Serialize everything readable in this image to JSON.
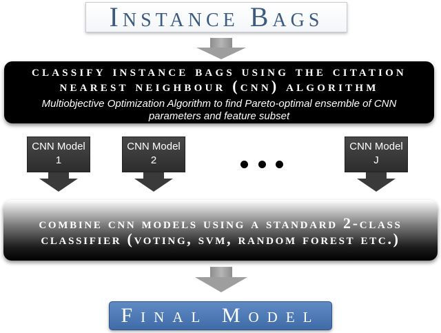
{
  "diagram": {
    "top_box": {
      "label": "Instance Bags"
    },
    "classify_box": {
      "line1": "Classify instance bags using the citation",
      "line2": "nearest neighbour (CNN) algorithm",
      "subtitle_line1": "Multiobjective Optimization Algorithm to find Pareto-optimal ensemble of CNN",
      "subtitle_line2": "parameters and feature subset"
    },
    "models": [
      {
        "line1": "CNN Model",
        "line2": "1"
      },
      {
        "line1": "CNN Model",
        "line2": "2"
      },
      {
        "line1": "CNN Model",
        "line2": "J"
      }
    ],
    "combine_box": {
      "line1": "Combine CNN models using a standard 2-class",
      "line2": "classifier (Voting, SVM, Random Forest etc.)"
    },
    "final_box": {
      "label": "Final Model"
    },
    "colors": {
      "title_text": "#3c5b80",
      "final_fill": "#4f7cba",
      "arrow_gray": "#9e9e9e",
      "model_fill": "#3a3a3a"
    }
  }
}
